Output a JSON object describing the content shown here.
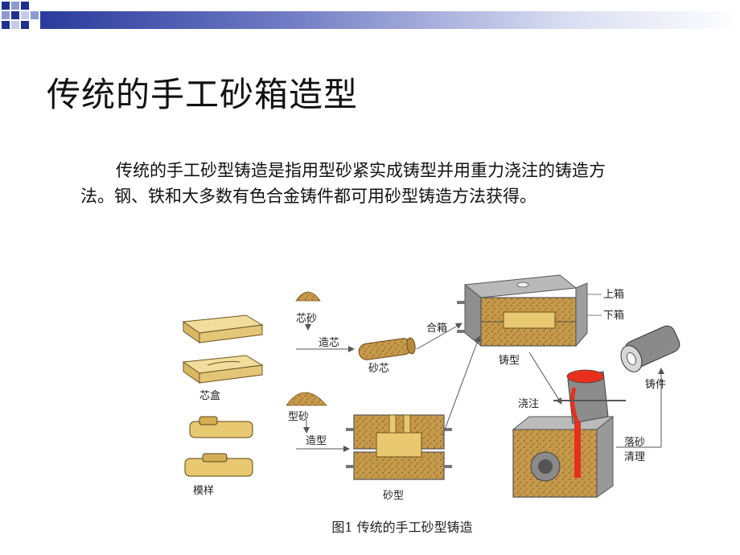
{
  "slide": {
    "title": "传统的手工砂箱造型",
    "body": "传统的手工砂型铸造是指用型砂紧实成铸型并用重力浇注的铸造方法。钢、铁和大多数有色合金铸件都可用砂型铸造方法获得。",
    "caption": "图1 传统的手工砂型铸造"
  },
  "figure": {
    "labels": {
      "core_sand": "芯砂",
      "core_making": "造芯",
      "sand_core": "砂芯",
      "core_box": "芯盒",
      "closing": "合箱",
      "mold": "铸型",
      "upper_flask": "上箱",
      "lower_flask": "下箱",
      "casting": "铸件",
      "pouring": "浇注",
      "molding_sand": "型砂",
      "molding": "造型",
      "sand_mold": "砂型",
      "pattern": "模样",
      "shakeout_line1": "落砂",
      "shakeout_line2": "清理"
    }
  },
  "colors": {
    "header_blue": "#2a3a9c",
    "header_gradient_end": "#ffffff",
    "sand": "#c69a4a",
    "flask": "#a8a8a8",
    "wood": "#e9cf88",
    "molten_metal": "#e6301c"
  }
}
